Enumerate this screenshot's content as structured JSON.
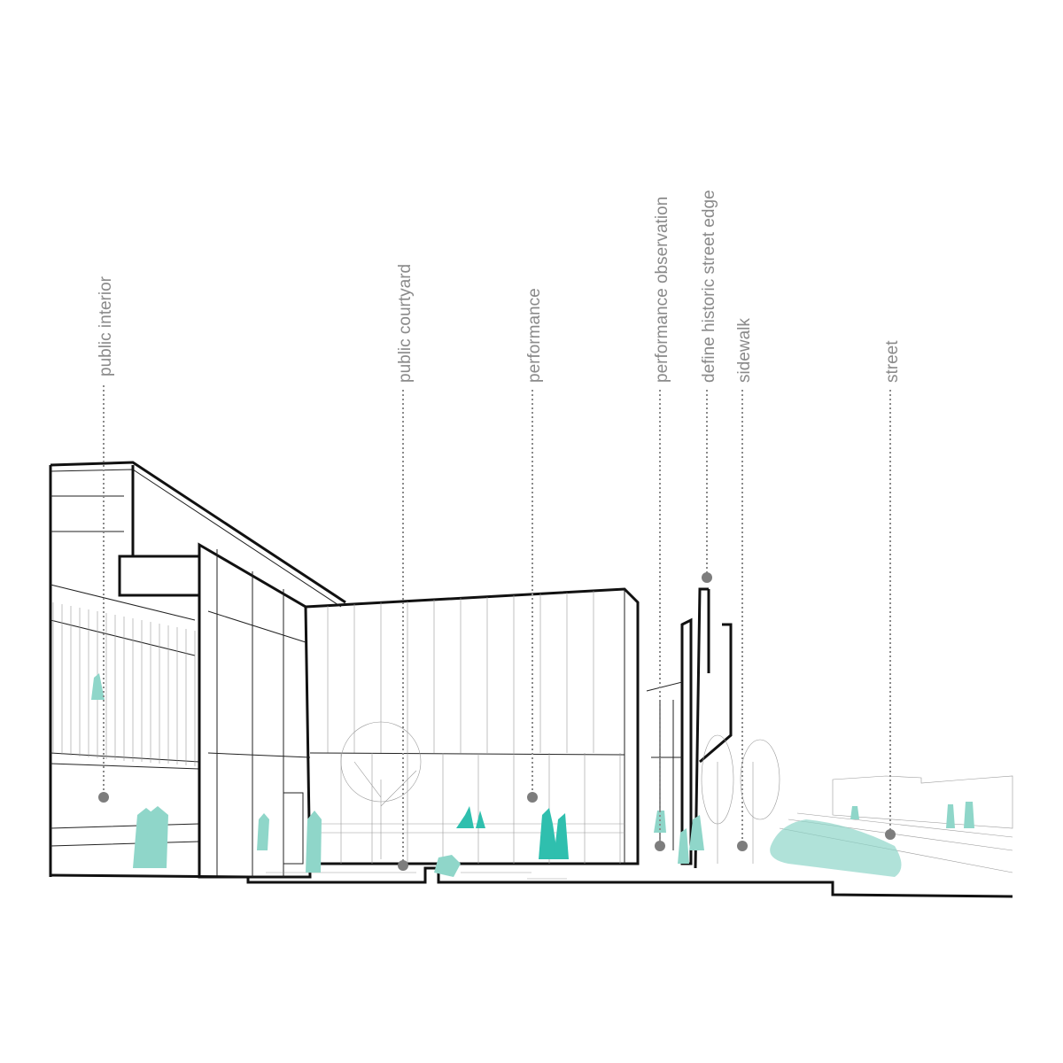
{
  "annotations": [
    {
      "label": "public interior"
    },
    {
      "label": "public courtyard"
    },
    {
      "label": "performance"
    },
    {
      "label": "performance observation"
    },
    {
      "label": "define historic street edge"
    },
    {
      "label": "sidewalk"
    },
    {
      "label": "street"
    }
  ],
  "colors": {
    "people": "#8fd6c9",
    "performers": "#2fbfae",
    "labels": "#8a8a8a"
  }
}
